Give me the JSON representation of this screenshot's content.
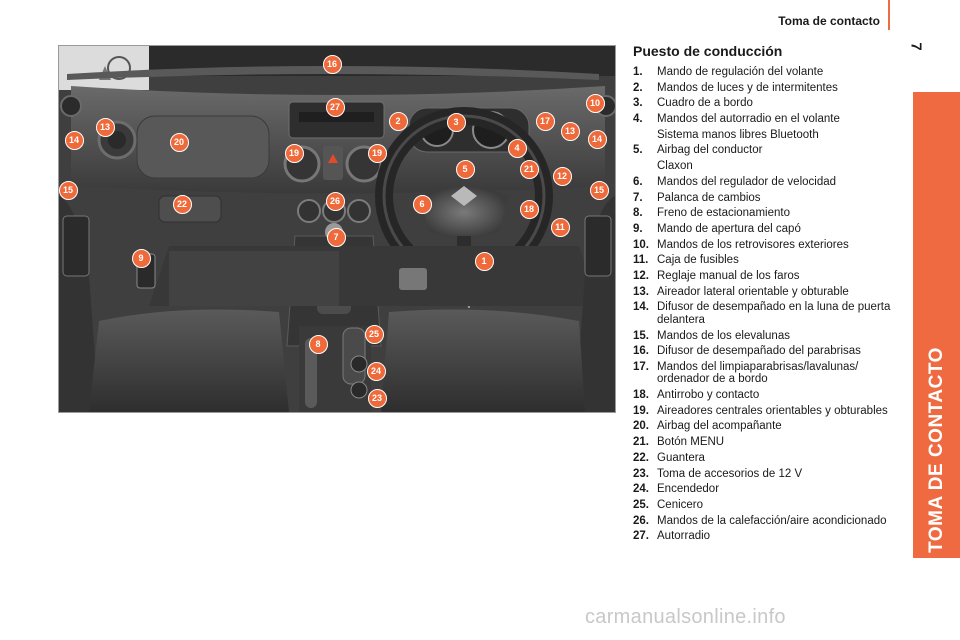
{
  "header": {
    "section": "Toma de contacto",
    "page_number": "7"
  },
  "side_tab": {
    "label": "TOMA DE CONTACTO"
  },
  "figure": {
    "callouts": [
      "16",
      "27",
      "2",
      "3",
      "17",
      "10",
      "13",
      "14",
      "20",
      "19",
      "19",
      "5",
      "4",
      "21",
      "12",
      "13",
      "14",
      "15",
      "15",
      "26",
      "22",
      "6",
      "18",
      "11",
      "7",
      "9",
      "1",
      "8",
      "25",
      "24",
      "23"
    ]
  },
  "section_title": "Puesto de conducción",
  "legend": [
    {
      "num": "1.",
      "text": "Mando de regulación del volante"
    },
    {
      "num": "2.",
      "text": "Mandos de luces y de intermitentes"
    },
    {
      "num": "3.",
      "text": "Cuadro de a bordo"
    },
    {
      "num": "4.",
      "text": "Mandos del autorradio en el volante",
      "sub": "Sistema manos libres Bluetooth"
    },
    {
      "num": "5.",
      "text": "Airbag del conductor",
      "sub": "Claxon"
    },
    {
      "num": "6.",
      "text": "Mandos del regulador de velocidad"
    },
    {
      "num": "7.",
      "text": "Palanca de cambios"
    },
    {
      "num": "8.",
      "text": "Freno de estacionamiento"
    },
    {
      "num": "9.",
      "text": "Mando de apertura del capó"
    },
    {
      "num": "10.",
      "text": "Mandos de los retrovisores exteriores"
    },
    {
      "num": "11.",
      "text": "Caja de fusibles"
    },
    {
      "num": "12.",
      "text": "Reglaje manual de los faros"
    },
    {
      "num": "13.",
      "text": "Aireador lateral orientable y obturable"
    },
    {
      "num": "14.",
      "text": "Difusor de desempañado en la luna de puerta delantera"
    },
    {
      "num": "15.",
      "text": "Mandos de los elevalunas"
    },
    {
      "num": "16.",
      "text": "Difusor de desempañado del parabrisas"
    },
    {
      "num": "17.",
      "text": "Mandos del limpiaparabrisas/lavalunas/ ordenador de a bordo"
    },
    {
      "num": "18.",
      "text": "Antirrobo y contacto"
    },
    {
      "num": "19.",
      "text": "Aireadores centrales orientables y obturables"
    },
    {
      "num": "20.",
      "text": "Airbag del acompañante"
    },
    {
      "num": "21.",
      "text": "Botón MENU"
    },
    {
      "num": "22.",
      "text": "Guantera"
    },
    {
      "num": "23.",
      "text": "Toma de accesorios de 12 V"
    },
    {
      "num": "24.",
      "text": "Encendedor"
    },
    {
      "num": "25.",
      "text": "Cenicero"
    },
    {
      "num": "26.",
      "text": "Mandos de la calefacción/aire acondicionado"
    },
    {
      "num": "27.",
      "text": "Autorradio"
    }
  ],
  "watermark": "carmanualsonline.info"
}
